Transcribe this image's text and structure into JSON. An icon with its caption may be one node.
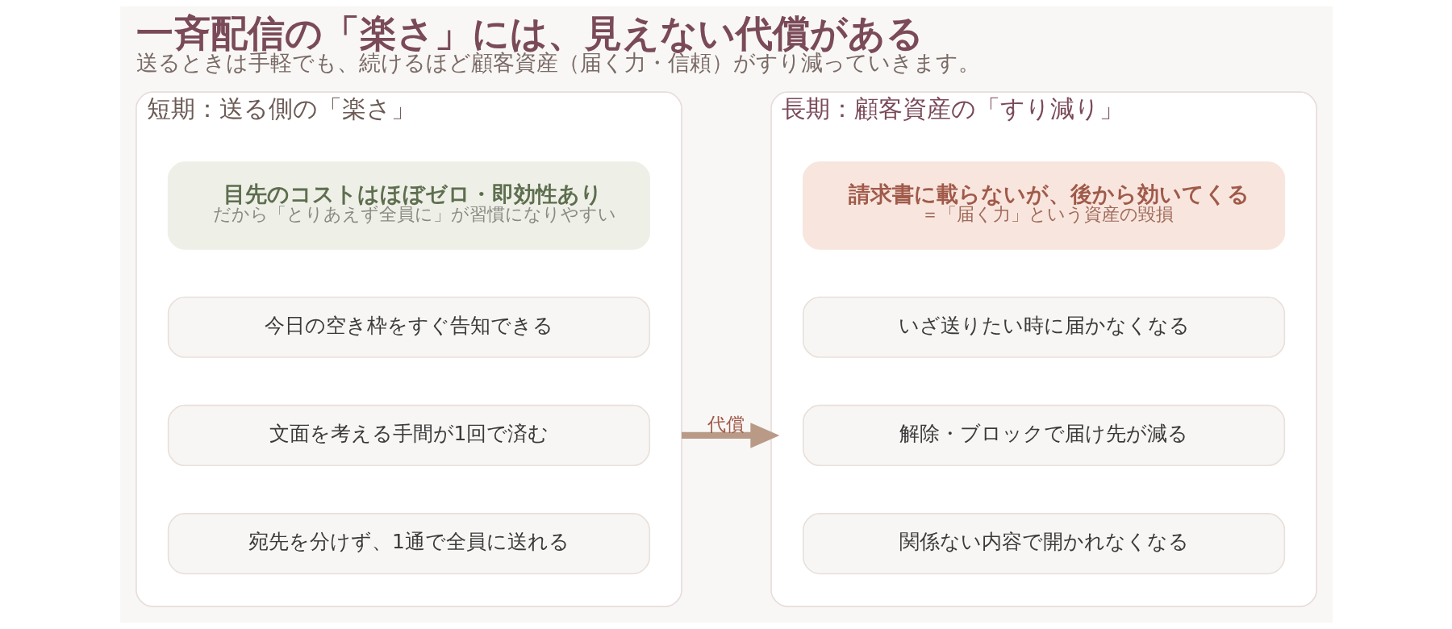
{
  "diagram": {
    "title": "一斉配信の「楽さ」には、見えない代償がある",
    "caption": "送るときは手軽でも、続けるほど顧客資産（届く力・信頼）がすり減っていきます。",
    "nodes": [
      {
        "text": [
          "短期：送る側の「楽さ」"
        ]
      },
      {
        "text": [
          "宛先を分けず、1通で全員に送れる"
        ],
        "in": 0
      },
      {
        "text": [
          "文面を考える手間が1回で済む"
        ],
        "in": 0
      },
      {
        "text": [
          "今日の空き枠をすぐ告知できる"
        ],
        "in": 0
      },
      {
        "text": [
          "目先のコストはほぼゼロ・即効性あり",
          "だから「とりあえず全員に」が習慣になりやすい"
        ],
        "in": 0
      },
      {
        "text": [
          "長期：顧客資産の「すり減り」"
        ]
      },
      {
        "text": [
          "関係ない内容で開かれなくなる"
        ],
        "in": 5
      },
      {
        "text": [
          "解除・ブロックで届け先が減る"
        ],
        "in": 5
      },
      {
        "text": [
          "いざ送りたい時に届かなくなる"
        ],
        "in": 5
      },
      {
        "text": [
          "請求書に載らないが、後から効いてくる",
          "＝「届く力」という資産の毀損"
        ],
        "in": 5
      }
    ],
    "edges": [
      {
        "from": 0,
        "to": 5,
        "arrow": "to",
        "label": "代償"
      }
    ]
  }
}
